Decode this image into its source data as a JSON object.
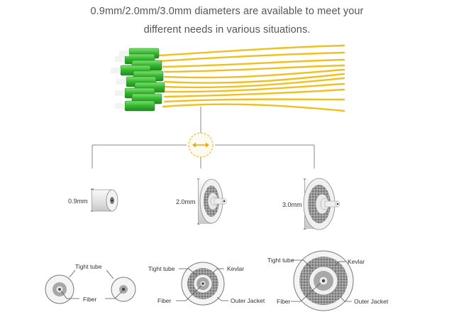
{
  "headline": {
    "line1": "0.9mm/2.0mm/3.0mm diameters are available to meet your",
    "line2": "different needs in various situations."
  },
  "colors": {
    "fiber_yellow": "#f2c21b",
    "connector_green": "#3fbf3a",
    "kevlar_gray": "#8a8a8a",
    "jacket_white": "#f4f4f4"
  },
  "icons": [
    "double-arrow-icon"
  ],
  "diameters": {
    "d09": "0.9mm",
    "d20": "2.0mm",
    "d30": "3.0mm"
  },
  "cross_sections": {
    "small": {
      "tight_tube": "Tight tube",
      "fiber": "Fiber"
    },
    "medium": {
      "tight_tube": "Tight tube",
      "kevlar": "Kevlar",
      "fiber": "Fiber",
      "outer_jacket": "Outer Jacket"
    },
    "large": {
      "tight_tube": "Tight tube",
      "kevlar": "Kevlar",
      "fiber": "Fiber",
      "outer_jacket": "Outer Jacket"
    }
  }
}
